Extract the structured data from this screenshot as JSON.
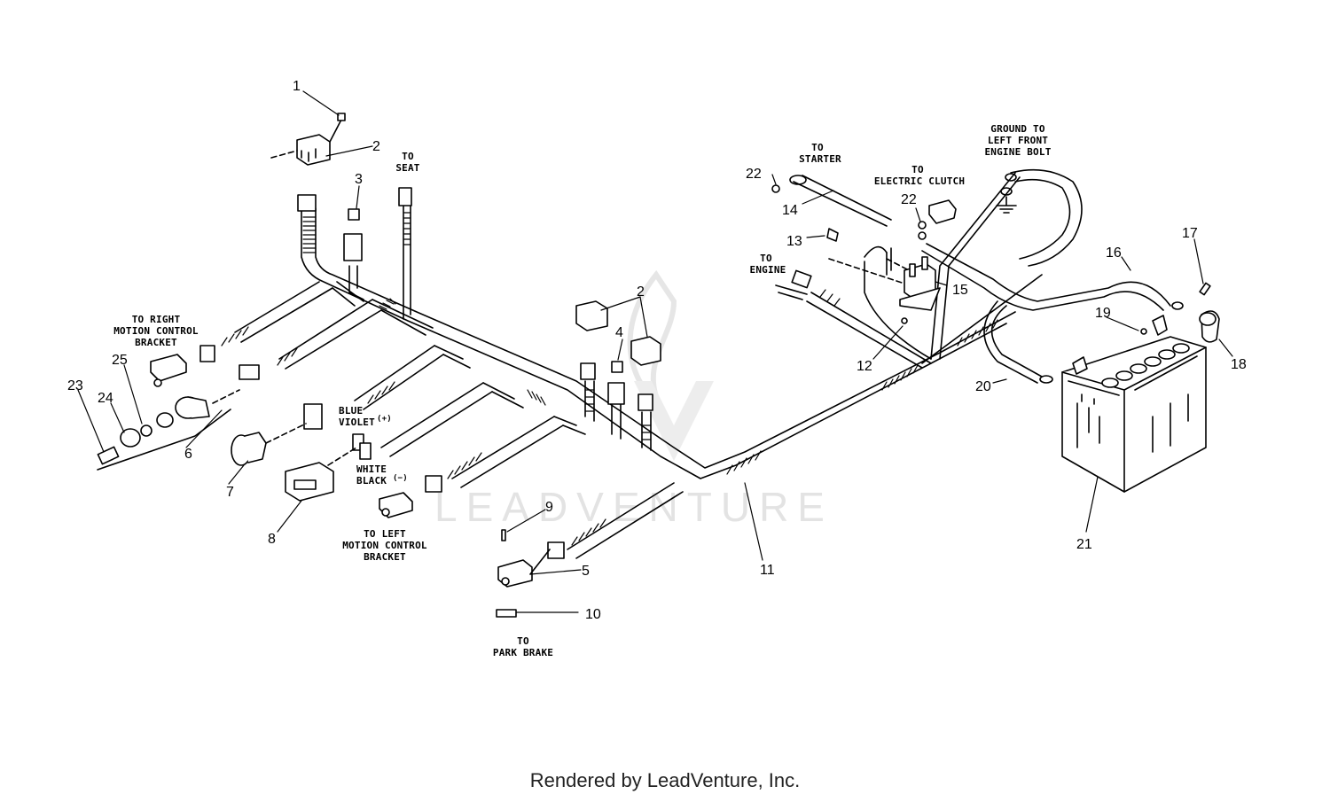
{
  "callouts": [
    "1",
    "2",
    "3",
    "4",
    "5",
    "6",
    "7",
    "8",
    "9",
    "10",
    "11",
    "12",
    "13",
    "14",
    "15",
    "16",
    "17",
    "18",
    "19",
    "20",
    "21",
    "22",
    "23",
    "24",
    "25"
  ],
  "labels": {
    "to_seat": [
      "TO",
      "SEAT"
    ],
    "to_starter": [
      "TO",
      "STARTER"
    ],
    "to_electric_clutch": [
      "TO",
      "ELECTRIC CLUTCH"
    ],
    "ground": [
      "GROUND TO",
      "LEFT FRONT",
      "ENGINE BOLT"
    ],
    "to_engine": [
      "TO",
      "ENGINE"
    ],
    "right_motion": [
      "TO RIGHT",
      "MOTION CONTROL",
      "BRACKET"
    ],
    "left_motion": [
      "TO LEFT",
      "MOTION CONTROL",
      "BRACKET"
    ],
    "park_brake": [
      "TO",
      "PARK BRAKE"
    ],
    "blue": "BLUE",
    "violet": "VIOLET",
    "plus": "(+)",
    "white": "WHITE",
    "black": "BLACK",
    "minus": "(−)"
  },
  "watermark": "LEADVENTURE",
  "footer": "Rendered by LeadVenture, Inc.",
  "colors": {
    "line": "#000000",
    "watermark": "#e3e3e3"
  }
}
